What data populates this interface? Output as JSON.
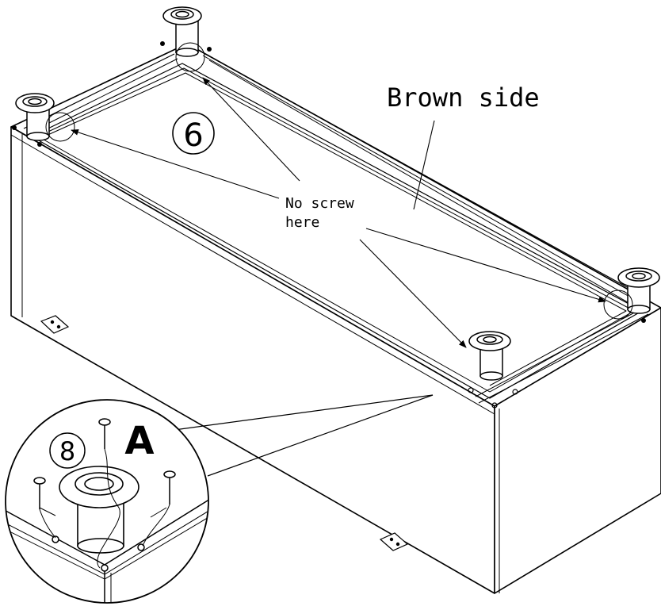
{
  "labels": {
    "brown_side": "Brown side",
    "no_screw_line1": "No screw",
    "no_screw_line2": "here",
    "step_6": "6",
    "step_8": "8",
    "detail_A": "A"
  },
  "colors": {
    "line": "#000000",
    "background": "#ffffff"
  }
}
